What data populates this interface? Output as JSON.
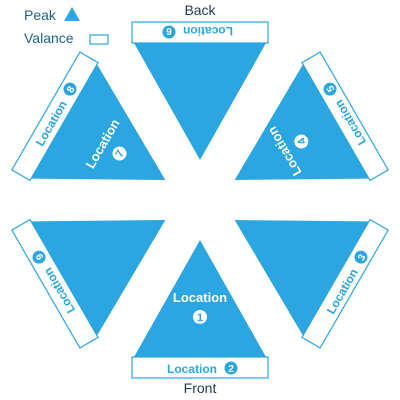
{
  "legend": {
    "peak_label": "Peak",
    "valance_label": "Valance"
  },
  "sides": {
    "back": "Back",
    "front": "Front"
  },
  "colors": {
    "panel_blue": "#2ba6e0",
    "text_dark": "#1f3a55"
  },
  "peaks": {
    "p1": {
      "text": "Location",
      "number": "1"
    },
    "p4": {
      "text": "Location",
      "number": "4"
    },
    "p7": {
      "text": "Location",
      "number": "7"
    }
  },
  "valances": {
    "v2": {
      "text": "Location",
      "number": "2"
    },
    "v3": {
      "text": "Location",
      "number": "3"
    },
    "v5": {
      "text": "Location",
      "number": "5"
    },
    "v6": {
      "text": "Location",
      "number": "6"
    },
    "v8": {
      "text": "Location",
      "number": "8"
    },
    "v9": {
      "text": "Location",
      "number": "9"
    }
  }
}
